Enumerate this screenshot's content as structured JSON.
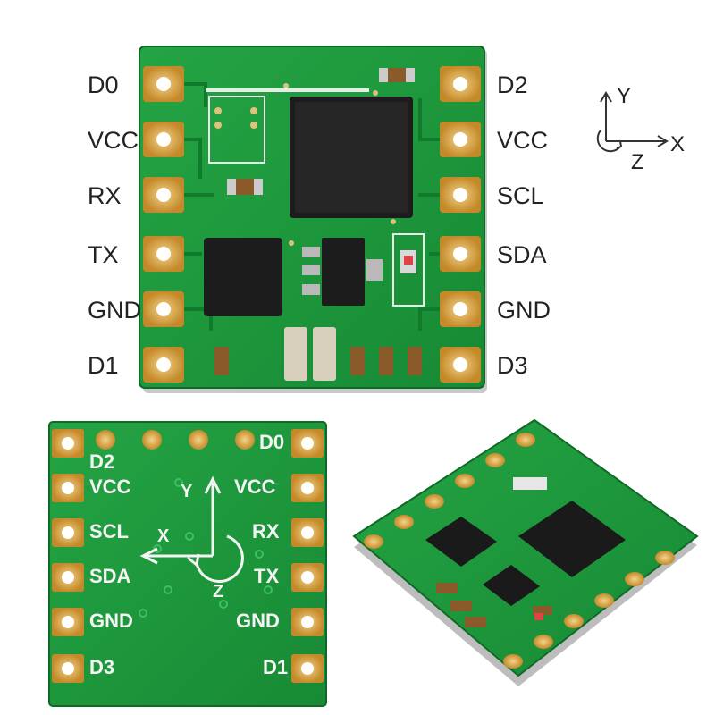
{
  "top_board": {
    "left_pins": [
      "D0",
      "VCC",
      "RX",
      "TX",
      "GND",
      "D1"
    ],
    "right_pins": [
      "D2",
      "VCC",
      "SCL",
      "SDA",
      "GND",
      "D3"
    ]
  },
  "axes": {
    "y": "Y",
    "x": "X",
    "z": "Z"
  },
  "bottom_board": {
    "left_pins": [
      "D2",
      "VCC",
      "SCL",
      "SDA",
      "GND",
      "D3"
    ],
    "right_pins": [
      "D0",
      "VCC",
      "RX",
      "TX",
      "GND",
      "D1"
    ],
    "axis_y": "Y",
    "axis_x": "X",
    "axis_z": "Z"
  },
  "colors": {
    "pcb": "#1e9a3c",
    "pcb_dark": "#127a2c",
    "gold": "#d9a441",
    "chip": "#1a1a1a"
  }
}
